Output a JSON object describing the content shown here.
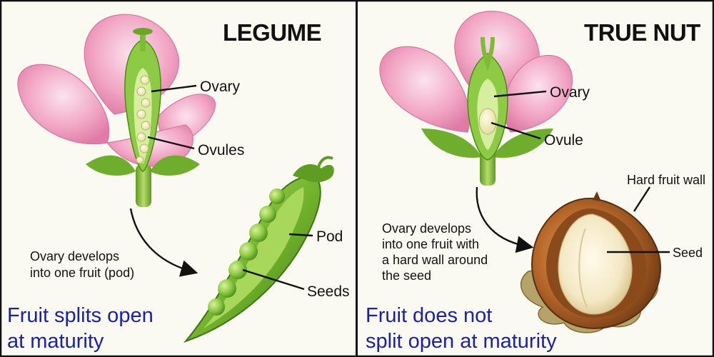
{
  "panels": [
    {
      "title": "LEGUME",
      "labels": {
        "ovary": "Ovary",
        "ovules": "Ovules",
        "pod": "Pod",
        "seeds": "Seeds"
      },
      "note": [
        "Ovary develops",
        "into one fruit (pod)"
      ],
      "summary": [
        "Fruit splits open",
        "at maturity"
      ]
    },
    {
      "title": "TRUE NUT",
      "labels": {
        "ovary": "Ovary",
        "ovule": "Ovule",
        "wall": "Hard fruit wall",
        "seed": "Seed"
      },
      "note": [
        "Ovary develops",
        "into one fruit with",
        "a hard wall around",
        "the seed"
      ],
      "summary": [
        "Fruit does not",
        "split open at maturity"
      ]
    }
  ],
  "colors": {
    "petal": "#f2a6c4",
    "leaf_green": "#6fae2c",
    "pod_green": "#7cc13a",
    "pea": "#9bd25a",
    "nut_shell": "#b8692a",
    "seed": "#f4e8c4",
    "summary_text": "#1a21a8",
    "divider": "#111111"
  }
}
